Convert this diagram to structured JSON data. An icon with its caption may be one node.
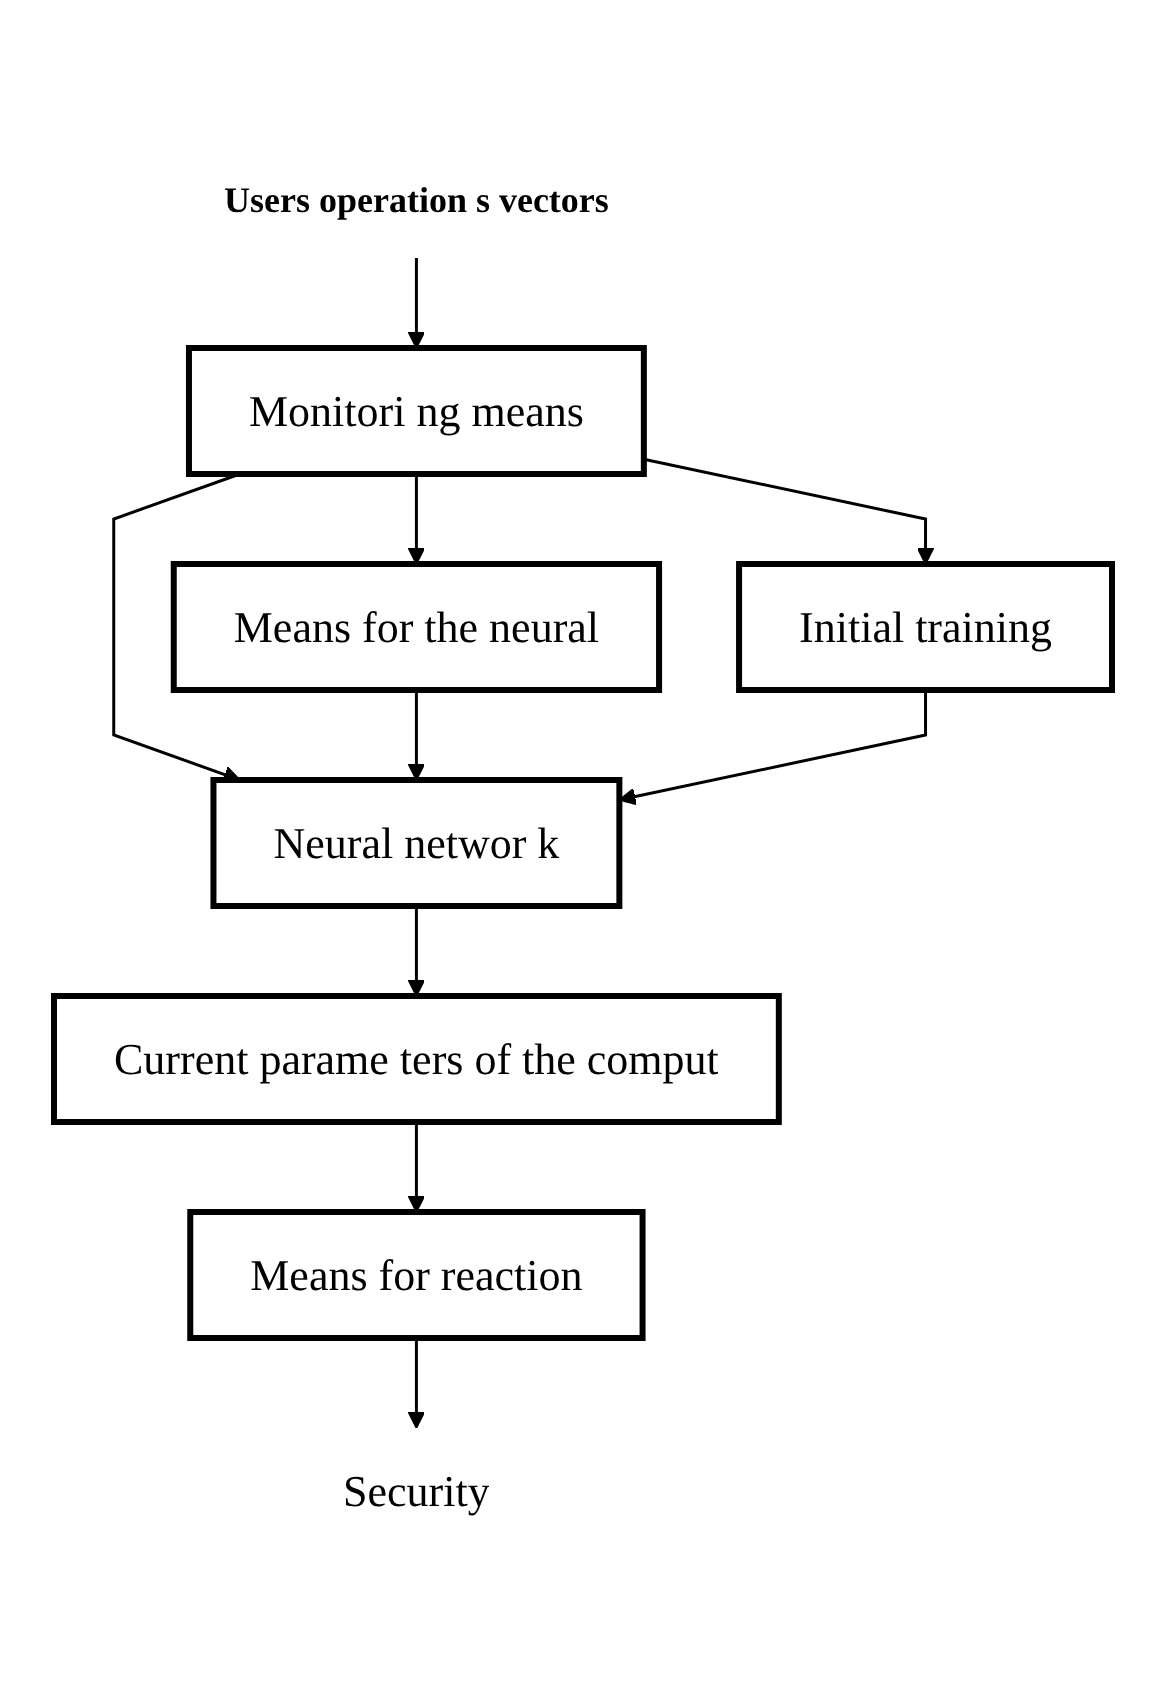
{
  "diagram": {
    "nodes": [
      {
        "text": [
          "Users operation s vectors"
        ]
      },
      {
        "text": [
          "Current parame ters of the comput"
        ]
      },
      {
        "text": [
          "Neural networ k"
        ]
      },
      {
        "text": [
          "Monitori ng means"
        ]
      },
      {
        "text": [
          "Means for the neural"
        ]
      },
      {
        "text": [
          "Initial training"
        ]
      },
      {
        "text": [
          "Means for reaction"
        ]
      },
      {
        "text": [
          "Security"
        ]
      }
    ],
    "edges": [
      {
        "from": 0,
        "to": 3,
        "arrow": "to"
      },
      {
        "from": 3,
        "to": 2,
        "arrow": "to"
      },
      {
        "from": 2,
        "to": 1,
        "arrow": "to"
      },
      {
        "from": 3,
        "to": 4,
        "arrow": "to"
      },
      {
        "from": 3,
        "to": 5,
        "arrow": "to"
      },
      {
        "from": 4,
        "to": 2,
        "arrow": "to"
      },
      {
        "from": 5,
        "to": 2,
        "arrow": "to"
      },
      {
        "from": 1,
        "to": 6,
        "arrow": "to"
      },
      {
        "from": 6,
        "to": 7,
        "arrow": "to"
      }
    ]
  }
}
